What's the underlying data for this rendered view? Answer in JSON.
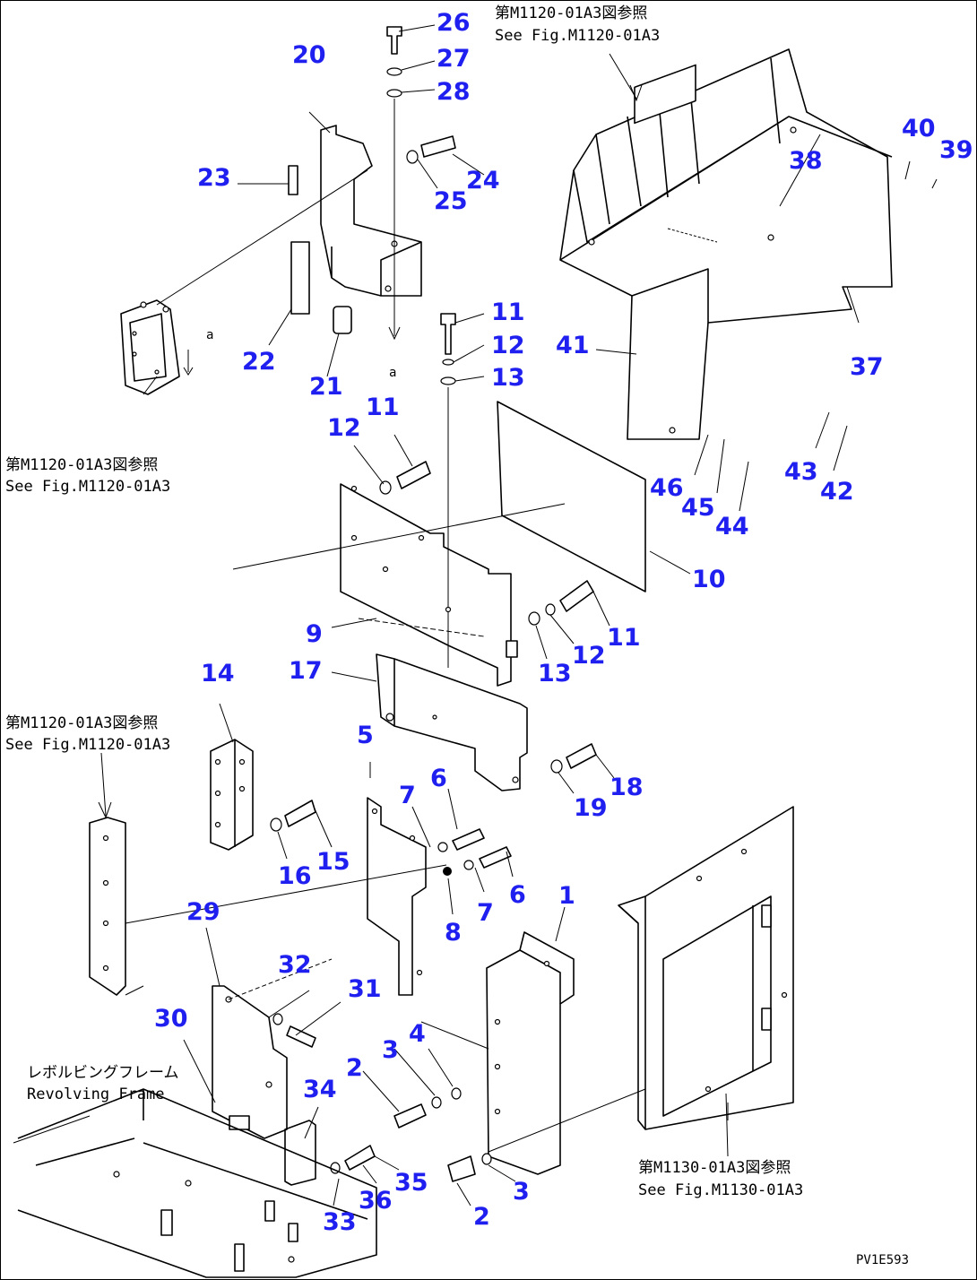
{
  "figure_code": "PV1E593",
  "callouts": {
    "c1": "1",
    "c2a": "2",
    "c2b": "2",
    "c3a": "3",
    "c3b": "3",
    "c4": "4",
    "c5": "5",
    "c6a": "6",
    "c6b": "6",
    "c7a": "7",
    "c7b": "7",
    "c8": "8",
    "c9": "9",
    "c10": "10",
    "c11a": "11",
    "c11b": "11",
    "c11c": "11",
    "c12a": "12",
    "c12b": "12",
    "c12c": "12",
    "c13a": "13",
    "c13b": "13",
    "c14": "14",
    "c15": "15",
    "c16": "16",
    "c17": "17",
    "c18": "18",
    "c19": "19",
    "c20": "20",
    "c21": "21",
    "c22": "22",
    "c23": "23",
    "c24": "24",
    "c25": "25",
    "c26": "26",
    "c27": "27",
    "c28": "28",
    "c29": "29",
    "c30": "30",
    "c31": "31",
    "c32": "32",
    "c33": "33",
    "c34": "34",
    "c35": "35",
    "c36": "36",
    "c37": "37",
    "c38": "38",
    "c39": "39",
    "c40": "40",
    "c41": "41",
    "c42": "42",
    "c43": "43",
    "c44": "44",
    "c45": "45",
    "c46": "46"
  },
  "markers": {
    "a1": "a",
    "a2": "a"
  },
  "notes": {
    "top_right_jp": "第M1120-01A3図参照",
    "top_right_en": "See Fig.M1120-01A3",
    "mid_left_jp": "第M1120-01A3図参照",
    "mid_left_en": "See Fig.M1120-01A3",
    "lower_left_jp": "第M1120-01A3図参照",
    "lower_left_en": "See Fig.M1120-01A3",
    "frame_jp": "レボルビングフレーム",
    "frame_en": "Revolving Frame",
    "bottom_right_jp": "第M1130-01A3図参照",
    "bottom_right_en": "See Fig.M1130-01A3"
  }
}
